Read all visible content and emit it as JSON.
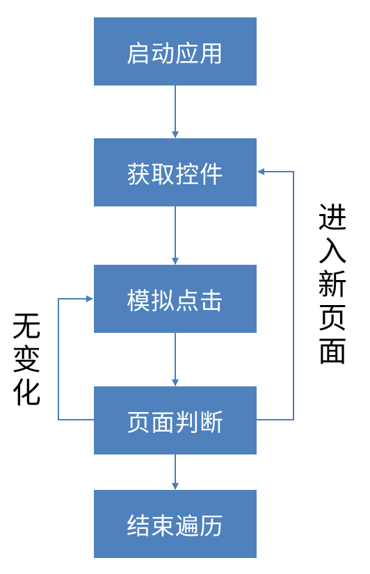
{
  "nodes": {
    "start_app": "启动应用",
    "get_controls": "获取控件",
    "simulate_click": "模拟点击",
    "page_judge": "页面判断",
    "end_traverse": "结束遍历"
  },
  "labels": {
    "no_change": [
      "无",
      "变",
      "化"
    ],
    "new_page": [
      "进",
      "入",
      "新",
      "页",
      "面"
    ]
  },
  "colors": {
    "node_fill": "#4f81bd",
    "node_text": "#ffffff",
    "connector": "#4a7ebb",
    "label_text": "#000000"
  }
}
